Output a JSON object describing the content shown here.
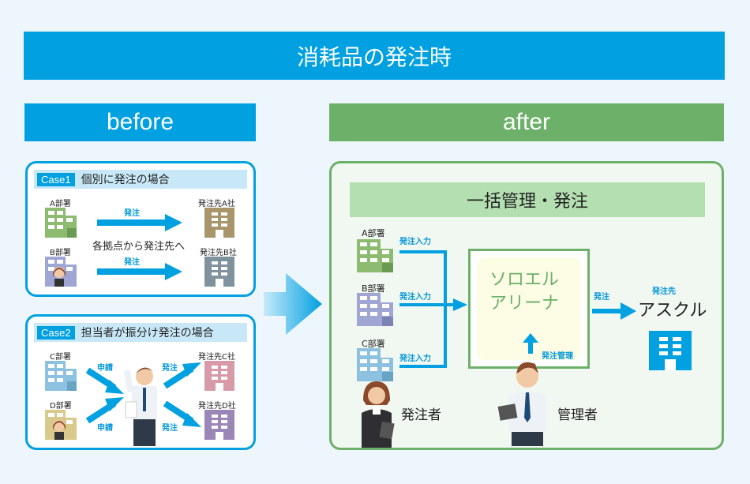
{
  "title": "消耗品の発注時",
  "before": {
    "label": "before",
    "case1": {
      "tag": "Case1",
      "title": "個別に発注の場合",
      "dept_a": "A部署",
      "dept_b": "B部署",
      "arrow_label_1": "発注",
      "arrow_label_2": "発注",
      "center_text": "各拠点から発注先へ",
      "supplier_a": "発注先A社",
      "supplier_b": "発注先B社"
    },
    "case2": {
      "tag": "Case2",
      "title": "担当者が振分け発注の場合",
      "dept_c": "C部署",
      "dept_d": "D部署",
      "request_1": "申請",
      "request_2": "申請",
      "order_1": "発注",
      "order_2": "発注",
      "supplier_c": "発注先C社",
      "supplier_d": "発注先D社"
    }
  },
  "after": {
    "label": "after",
    "subtitle": "一括管理・発注",
    "dept_a": "A部署",
    "dept_b": "B部署",
    "dept_c": "C部署",
    "input_a": "発注入力",
    "input_b": "発注入力",
    "input_c": "発注入力",
    "system_line1": "ソロエル",
    "system_line2": "アリーナ",
    "manage_label": "発注管理",
    "order_label": "発注",
    "supplier_caption": "発注先",
    "supplier_name": "アスクル",
    "orderer": "発注者",
    "manager": "管理者"
  },
  "colors": {
    "blue": "#00a0e1",
    "green": "#6db06a",
    "light_green": "#b4e0b1",
    "light_blue": "#c8e8f8"
  }
}
